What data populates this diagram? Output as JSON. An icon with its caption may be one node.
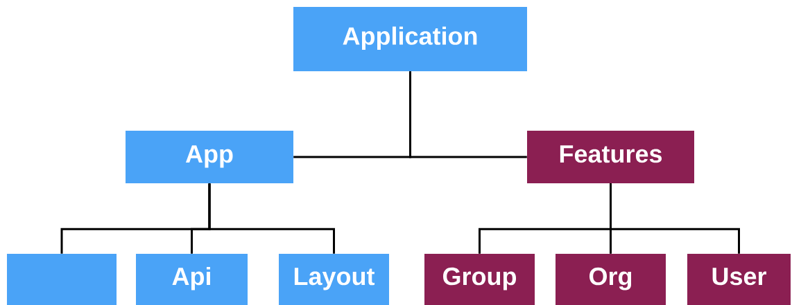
{
  "diagram": {
    "nodes": [
      {
        "text": [
          "Application"
        ]
      },
      {
        "text": [
          "App"
        ]
      },
      {
        "text": [
          "Features"
        ]
      },
      {
        "text": [],
        "shape": "box"
      },
      {
        "text": [
          "Api"
        ]
      },
      {
        "text": [
          "Layout"
        ]
      },
      {
        "text": [
          "Group"
        ]
      },
      {
        "text": [
          "Org"
        ]
      },
      {
        "text": [
          "User"
        ]
      }
    ],
    "edges": [
      {
        "from": 0,
        "to": 1,
        "arrow": "none"
      },
      {
        "from": 0,
        "to": 2,
        "arrow": "none"
      },
      {
        "from": 1,
        "to": 3,
        "arrow": "none"
      },
      {
        "from": 1,
        "to": 4,
        "arrow": "none"
      },
      {
        "from": 1,
        "to": 5,
        "arrow": "none"
      },
      {
        "from": 2,
        "to": 6,
        "arrow": "none"
      },
      {
        "from": 2,
        "to": 7,
        "arrow": "none"
      },
      {
        "from": 2,
        "to": 8,
        "arrow": "none"
      }
    ]
  }
}
